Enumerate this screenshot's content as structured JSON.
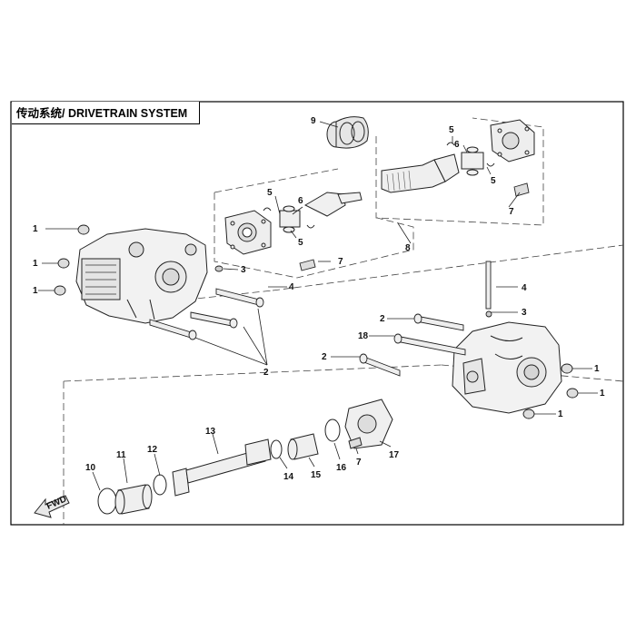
{
  "title": "传动系统/ DRIVETRAIN SYSTEM",
  "fwd_label": "FWD",
  "callouts": [
    {
      "id": "c9",
      "label": "9"
    },
    {
      "id": "c5a",
      "label": "5"
    },
    {
      "id": "c6a",
      "label": "6"
    },
    {
      "id": "c5b",
      "label": "5"
    },
    {
      "id": "c7a",
      "label": "7"
    },
    {
      "id": "c5c",
      "label": "5"
    },
    {
      "id": "c6b",
      "label": "6"
    },
    {
      "id": "c5d",
      "label": "5"
    },
    {
      "id": "c8",
      "label": "8"
    },
    {
      "id": "c7b",
      "label": "7"
    },
    {
      "id": "c1a",
      "label": "1"
    },
    {
      "id": "c1b",
      "label": "1"
    },
    {
      "id": "c1c",
      "label": "1"
    },
    {
      "id": "c3a",
      "label": "3"
    },
    {
      "id": "c4a",
      "label": "4"
    },
    {
      "id": "c2a",
      "label": "2"
    },
    {
      "id": "c4b",
      "label": "4"
    },
    {
      "id": "c3b",
      "label": "3"
    },
    {
      "id": "c2b",
      "label": "2"
    },
    {
      "id": "c18",
      "label": "18"
    },
    {
      "id": "c2c",
      "label": "2"
    },
    {
      "id": "c1d",
      "label": "1"
    },
    {
      "id": "c1e",
      "label": "1"
    },
    {
      "id": "c1f",
      "label": "1"
    },
    {
      "id": "c13",
      "label": "13"
    },
    {
      "id": "c12",
      "label": "12"
    },
    {
      "id": "c11",
      "label": "11"
    },
    {
      "id": "c10",
      "label": "10"
    },
    {
      "id": "c14",
      "label": "14"
    },
    {
      "id": "c15",
      "label": "15"
    },
    {
      "id": "c16",
      "label": "16"
    },
    {
      "id": "c7c",
      "label": "7"
    },
    {
      "id": "c17",
      "label": "17"
    }
  ]
}
